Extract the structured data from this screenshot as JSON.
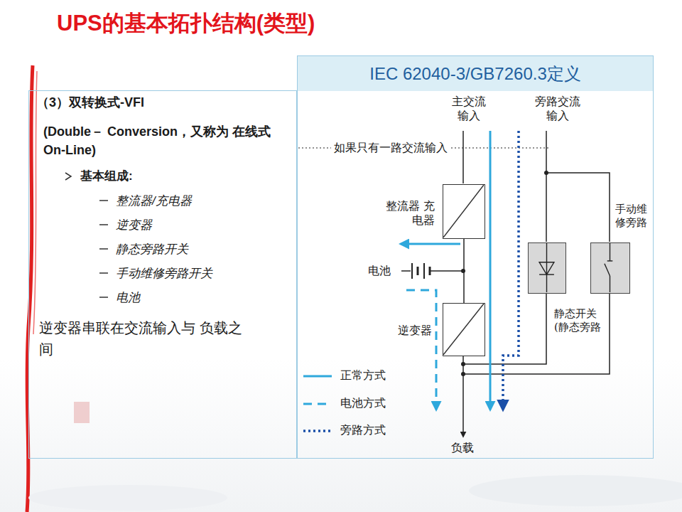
{
  "diagram": {
    "title": "UPS的基本拓扑结构(类型)",
    "nodes": [
      {
        "text": [
          "（3）双转换式-VFI",
          "(Double－ Conversion，又称为 在线式On-Line)",
          "基本组成:",
          "整流器/充电器",
          "逆变器",
          "静态旁路开关",
          "手动维修旁路开关",
          "电池",
          "逆变器串联在交流输入与 负载之 间"
        ]
      },
      {
        "text": [
          "IEC 62040-3/GB7260.3定义"
        ]
      },
      {
        "text": [
          "整流器 充电器"
        ],
        "in": 1
      },
      {
        "text": [
          "手动维 修旁路"
        ],
        "in": 1
      },
      {
        "text": [
          "静态开关 (静态旁路"
        ],
        "in": 1
      },
      {
        "text": [
          "逆变器"
        ],
        "in": 1
      }
    ],
    "edges": [
      {
        "from": 2,
        "to": 5,
        "arrow": "none"
      }
    ],
    "labels": [
      "主交流 输入",
      "旁路交流 输入",
      "如果只有一路交流输入",
      "电池",
      "负载"
    ],
    "legend": [
      {
        "text": "正常方式"
      },
      {
        "text": "电池方式"
      },
      {
        "text": "旁路方式"
      }
    ]
  }
}
